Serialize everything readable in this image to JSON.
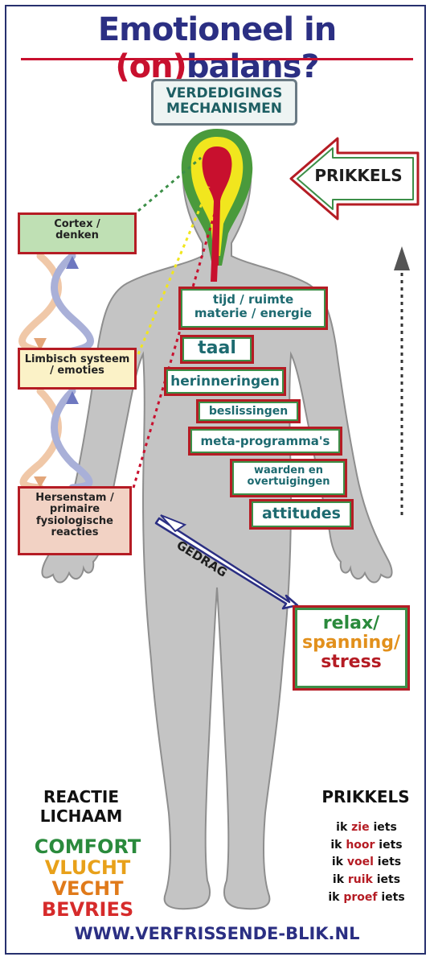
{
  "title": {
    "part1": "Emotioneel in ",
    "part2": "(on)",
    "part3": "balans?"
  },
  "defense_box": {
    "line1": "VERDEDIGINGS",
    "line2": "MECHANISMEN"
  },
  "prikkels_arrow_label": "PRIKKELS",
  "brain_levels": [
    {
      "line1": "Cortex /",
      "line2": "denken"
    },
    {
      "line1": "Limbisch systeem",
      "line2": "/ emoties"
    },
    {
      "line1": "Hersenstam /",
      "line2": "primaire",
      "line3": "fysiologische",
      "line4": "reacties"
    }
  ],
  "filters": [
    {
      "line1": "tijd / ruimte",
      "line2": "materie / energie"
    },
    {
      "line1": "taal"
    },
    {
      "line1": "herinneringen"
    },
    {
      "line1": "beslissingen"
    },
    {
      "line1": "meta-programma's"
    },
    {
      "line1": "waarden en",
      "line2": "overtuigingen"
    },
    {
      "line1": "attitudes"
    }
  ],
  "gedrag_label": "GEDRAG",
  "outcome": {
    "relax": "relax/",
    "spanning": "spanning/",
    "stress": "stress"
  },
  "reactie": {
    "line1": "REACTIE",
    "line2": "LICHAAM"
  },
  "states": [
    {
      "label": "COMFORT",
      "color": "#2a8a3c"
    },
    {
      "label": "VLUCHT",
      "color": "#e8a11a"
    },
    {
      "label": "VECHT",
      "color": "#e07a1a"
    },
    {
      "label": "BEVRIES",
      "color": "#d62b2b"
    }
  ],
  "prikkels_heading": "PRIKKELS",
  "senses": [
    {
      "pre": "ik ",
      "verb": "zie",
      "post": " iets"
    },
    {
      "pre": "ik ",
      "verb": "hoor",
      "post": " iets"
    },
    {
      "pre": "ik ",
      "verb": "voel",
      "post": " iets"
    },
    {
      "pre": "ik ",
      "verb": "ruik",
      "post": " iets"
    },
    {
      "pre": "ik ",
      "verb": "proef",
      "post": " iets"
    }
  ],
  "website": "WWW.VERFRISSENDE-BLIK.NL",
  "colors": {
    "navy": "#2b2f83",
    "red": "#c8102e",
    "body_gray": "#c4c4c4",
    "green": "#3c8f48",
    "yellow": "#f1e61e"
  }
}
